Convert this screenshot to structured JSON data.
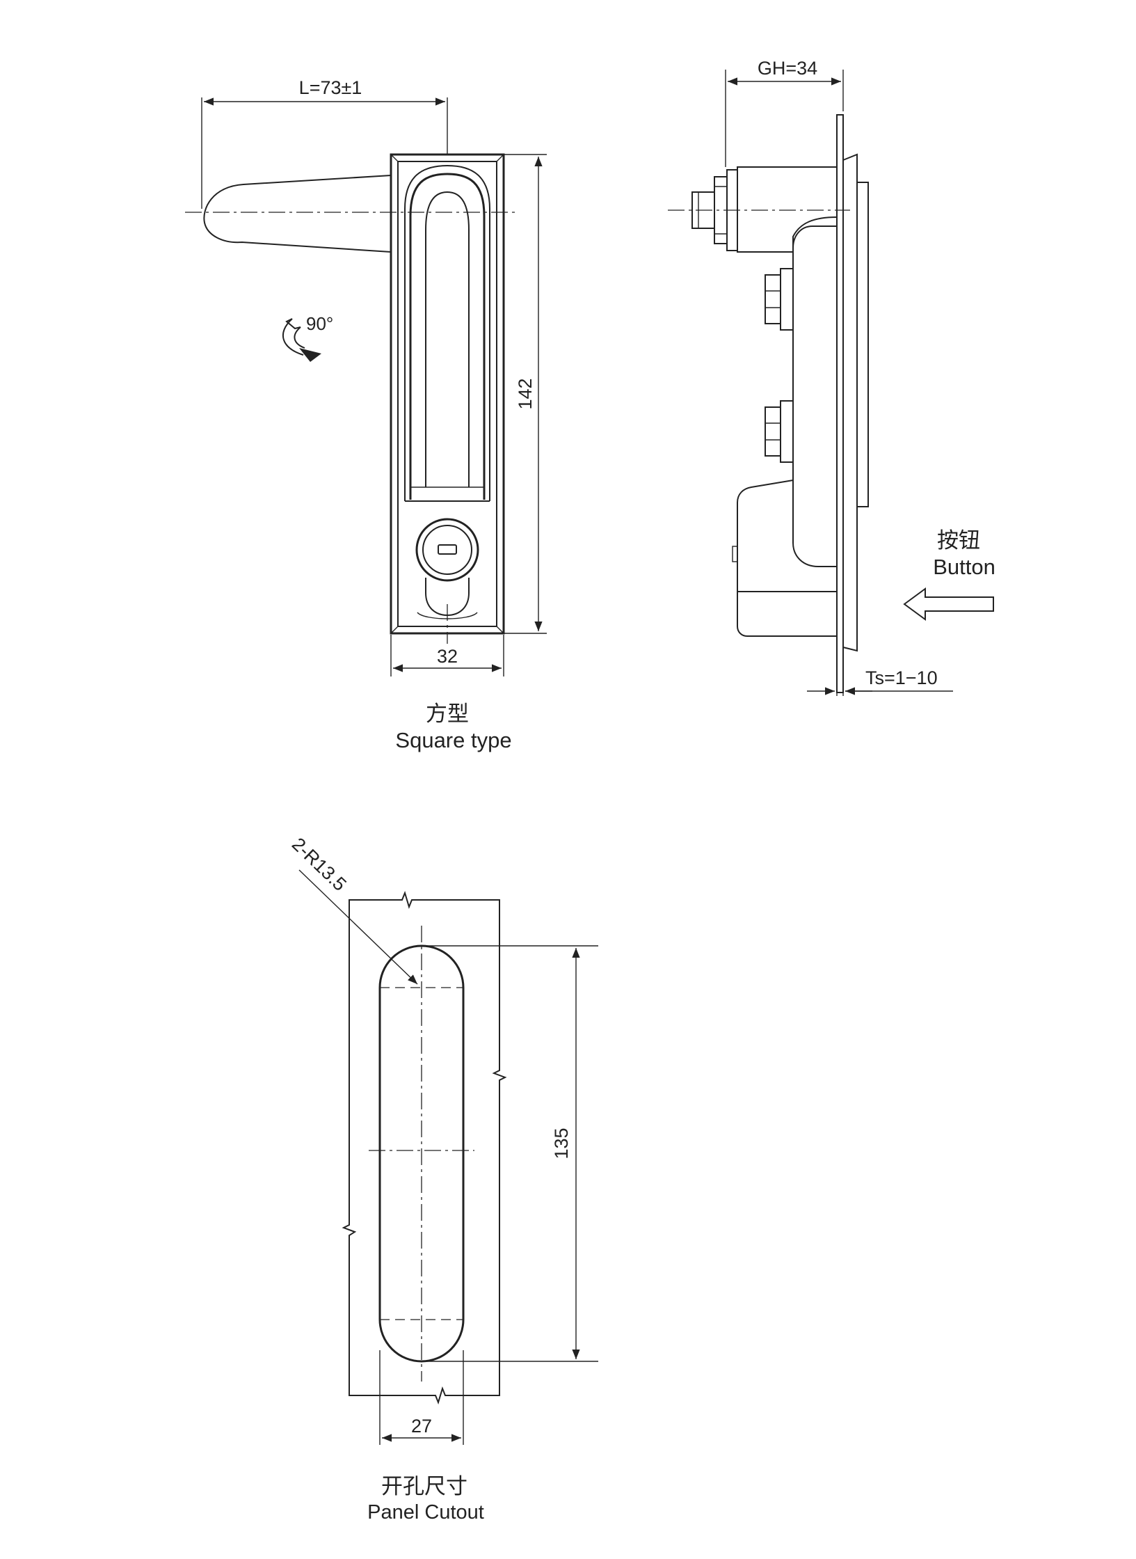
{
  "front_view": {
    "dim_length": "L=73±1",
    "dim_height": "142",
    "dim_width": "32",
    "rotation": "90°",
    "caption_cn": "方型",
    "caption_en": "Square type"
  },
  "side_view": {
    "dim_gh": "GH=34",
    "dim_ts": "Ts=1−10",
    "button_cn": "按钮",
    "button_en": "Button"
  },
  "cutout_view": {
    "radius_note": "2-R13.5",
    "dim_height": "135",
    "dim_width": "27",
    "caption_cn": "开孔尺寸",
    "caption_en": "Panel Cutout"
  },
  "icons": [
    "rotation-arrow-icon",
    "direction-arrow-icon"
  ]
}
